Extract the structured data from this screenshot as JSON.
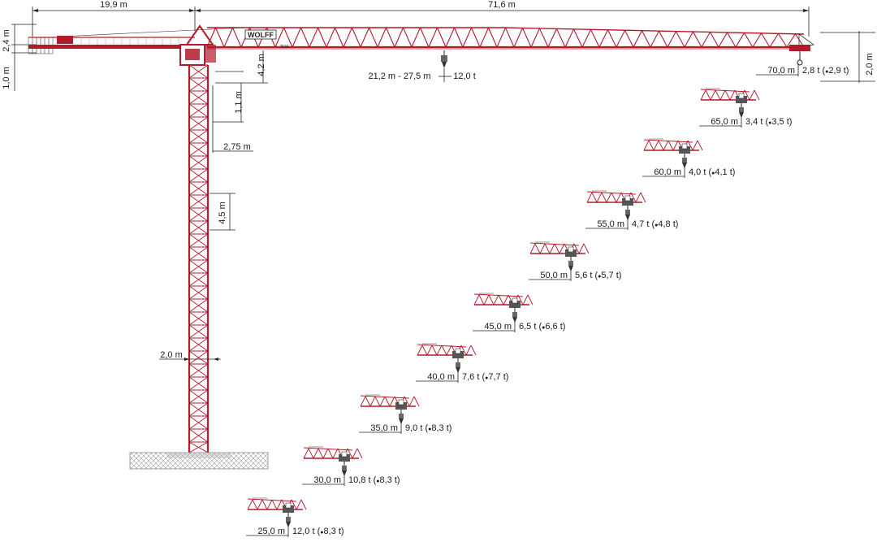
{
  "colors": {
    "crane": "#b31b2a",
    "dark": "#222222",
    "foundation": "#888888"
  },
  "brand": {
    "logo_text": "WOLFF",
    "model_text": "7534"
  },
  "dimensions": {
    "counter_jib": "19,9 m",
    "jib": "71,6 m",
    "top_height": "2,4 m",
    "counter_ballast": "1,0 m",
    "tip_height": "2,0 m",
    "cab_height": "4,2 m",
    "slewing_height": "1,1 m",
    "mast_offset": "2,75 m",
    "mast_section": "4,5 m",
    "mast_width": "2,0 m"
  },
  "max_load": {
    "radius": "21,2 m - 27,5 m",
    "load": "12,0 t"
  },
  "load_chart": [
    {
      "radius": "70,0 m",
      "load": "2,8 t (",
      "alt": "2,9 t)"
    },
    {
      "radius": "65,0 m",
      "load": "3,4 t (",
      "alt": "3,5 t)"
    },
    {
      "radius": "60,0 m",
      "load": "4,0 t (",
      "alt": "4,1 t)"
    },
    {
      "radius": "55,0 m",
      "load": "4,7 t (",
      "alt": "4,8 t)"
    },
    {
      "radius": "50,0 m",
      "load": "5,6 t (",
      "alt": "5,7 t)"
    },
    {
      "radius": "45,0 m",
      "load": "6,5 t (",
      "alt": "6,6 t)"
    },
    {
      "radius": "40,0 m",
      "load": "7,6 t (",
      "alt": "7,7 t)"
    },
    {
      "radius": "35,0 m",
      "load": "9,0 t (",
      "alt": "8,3 t)"
    },
    {
      "radius": "30,0 m",
      "load": "10,8 t (",
      "alt": "8,3 t)"
    },
    {
      "radius": "25,0 m",
      "load": "12,0 t (",
      "alt": "8,3 t)"
    }
  ]
}
